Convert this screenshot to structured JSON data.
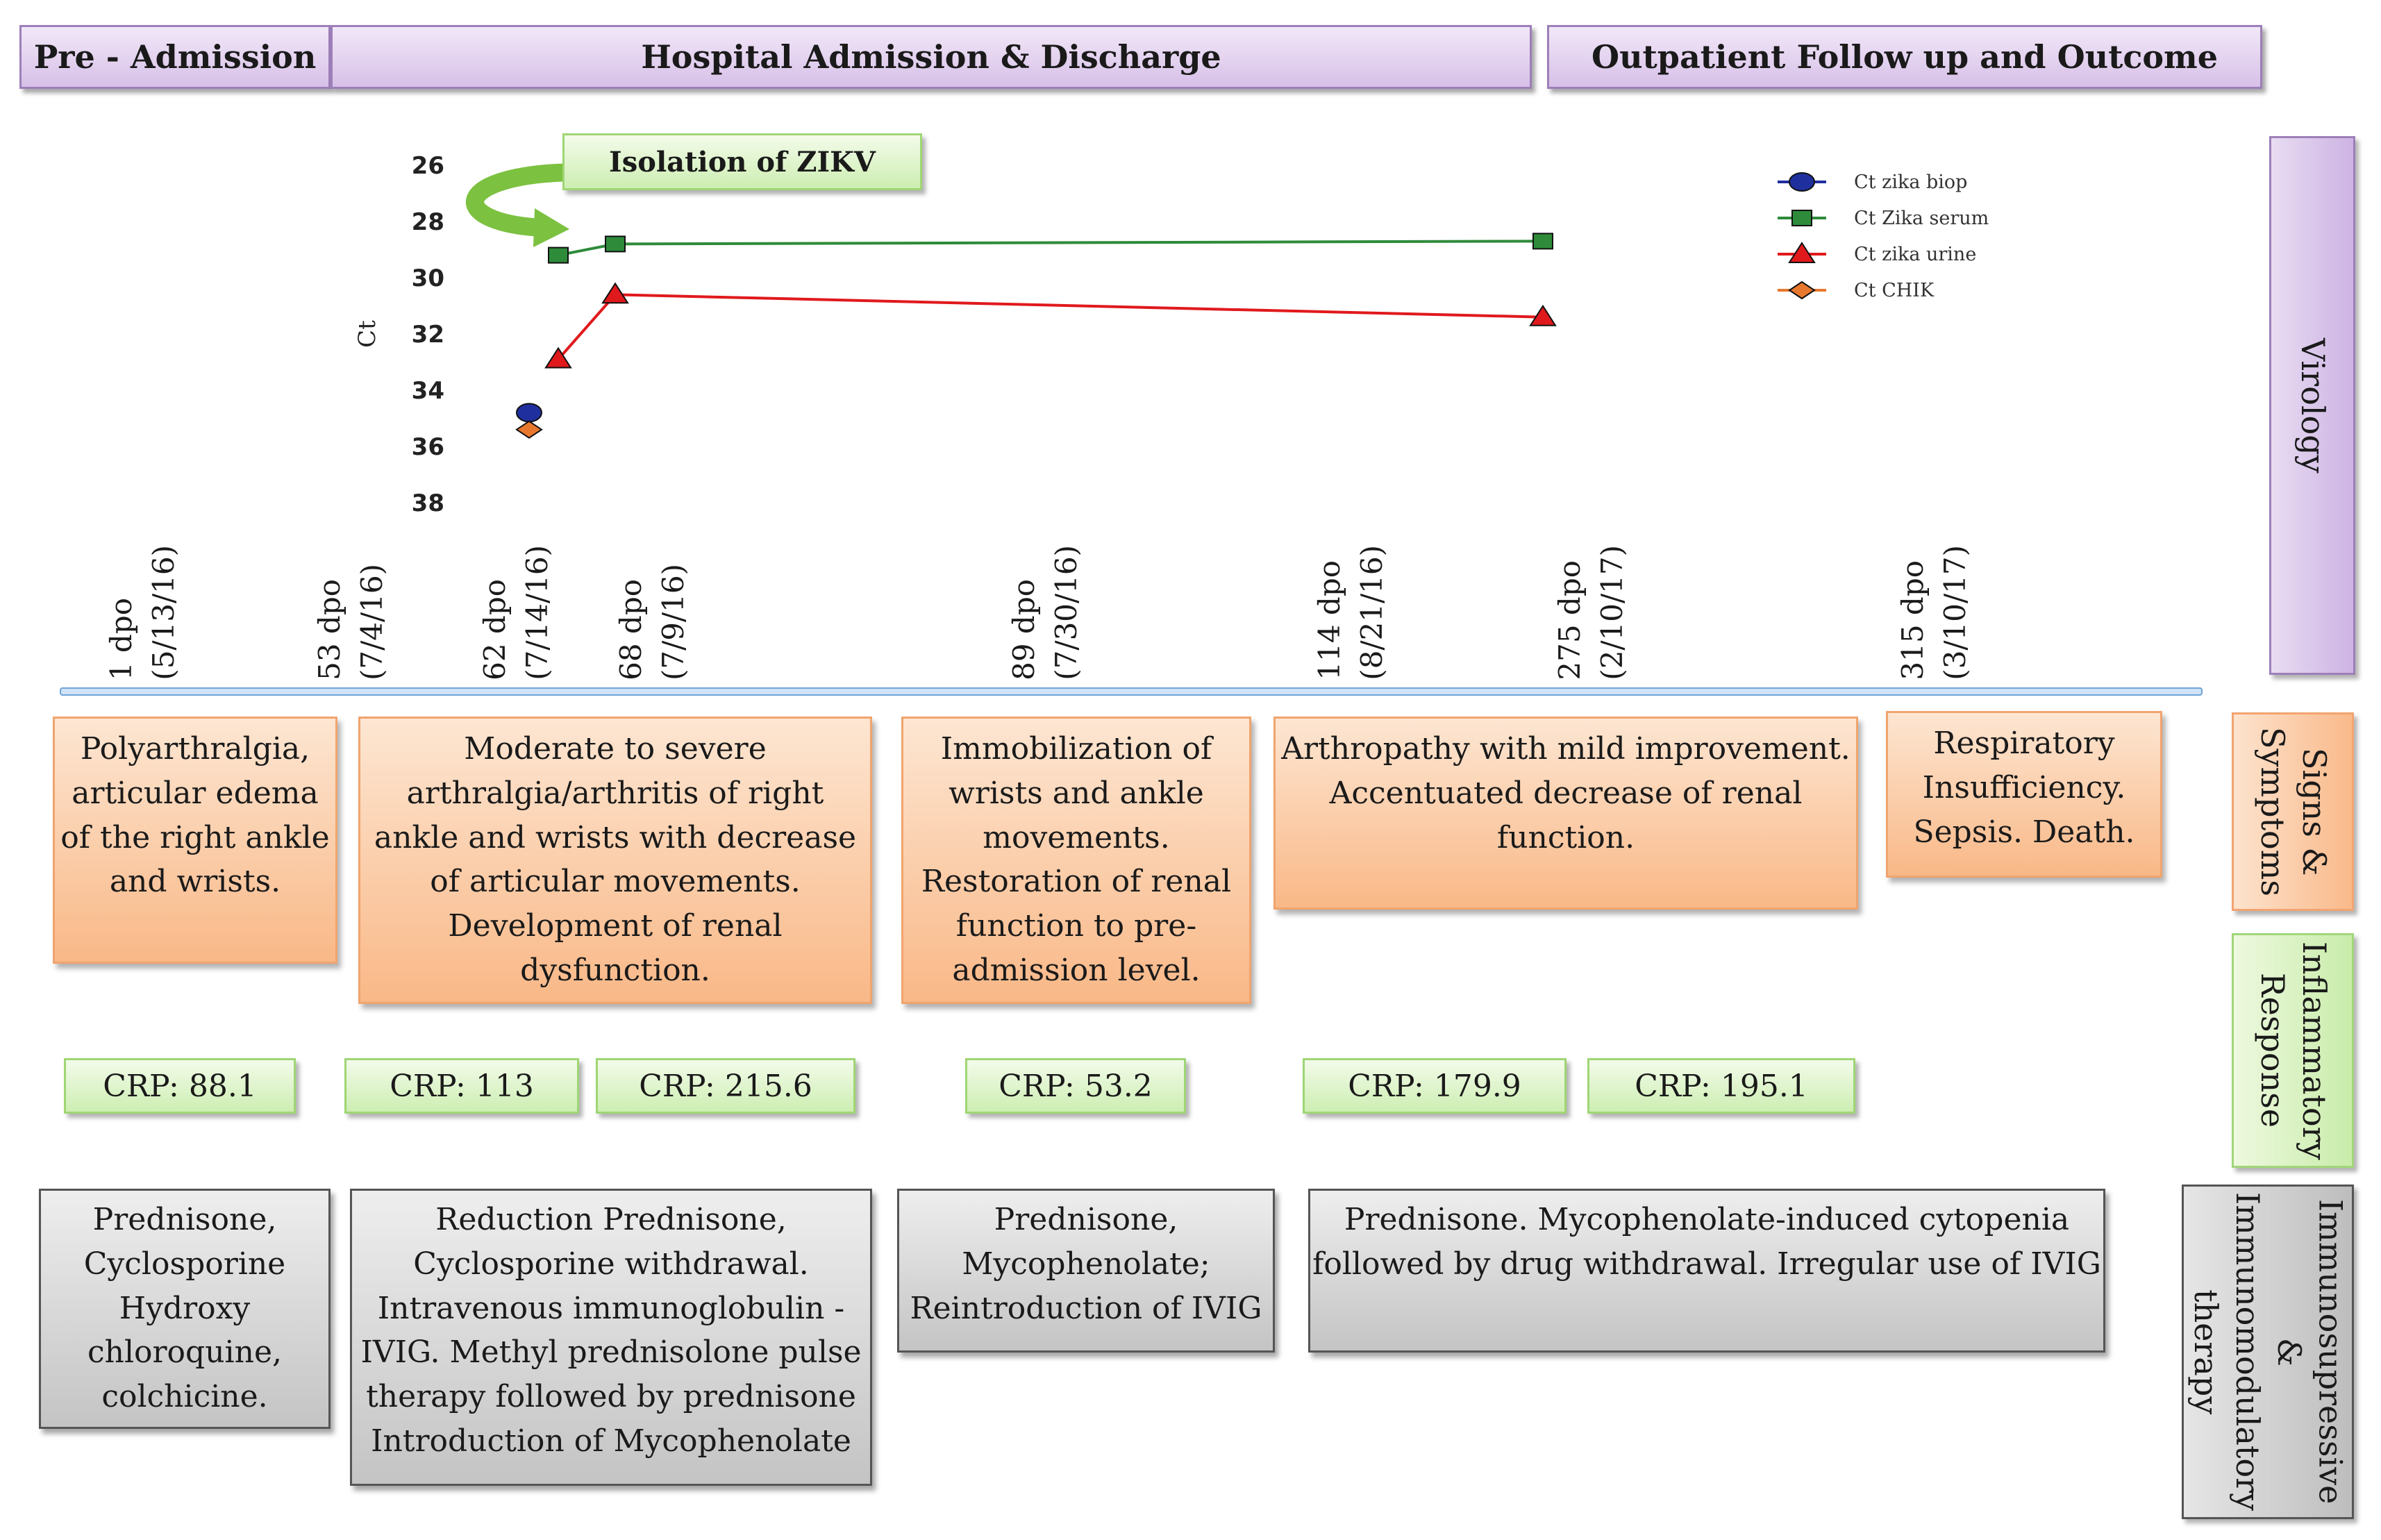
{
  "phases": {
    "pre": "Pre - Admission",
    "hospital": "Hospital Admission & Discharge",
    "outpatient": "Outpatient Follow up and Outcome"
  },
  "side_labels": {
    "virology": "Virology",
    "signs": "Signs & Symptoms",
    "inflammatory": "Inflammatory Response",
    "immuno": "Immunosupressive & Immunomodulatory therapy"
  },
  "isolation_label": "Isolation of ZIKV",
  "chart_data": {
    "type": "line",
    "ylabel": "Ct",
    "y_ticks": [
      "26",
      "28",
      "30",
      "32",
      "34",
      "36",
      "38"
    ],
    "ylim": [
      26,
      38
    ],
    "y_inverted": true,
    "x_unit": "dpo",
    "series": [
      {
        "name": "Ct zika biop",
        "color": "#1f2f9e",
        "marker": "circle",
        "points": [
          {
            "x": 60,
            "y": 34.8
          }
        ]
      },
      {
        "name": "Ct Zika serum",
        "color": "#2e8b3a",
        "marker": "square",
        "points": [
          {
            "x": 62,
            "y": 29.2
          },
          {
            "x": 68,
            "y": 28.8
          },
          {
            "x": 275,
            "y": 28.7
          }
        ]
      },
      {
        "name": "Ct zika urine",
        "color": "#e0191c",
        "marker": "triangle",
        "points": [
          {
            "x": 62,
            "y": 32.9
          },
          {
            "x": 68,
            "y": 30.6
          },
          {
            "x": 275,
            "y": 31.4
          }
        ]
      },
      {
        "name": "Ct CHIK",
        "color": "#e8782e",
        "marker": "diamond",
        "points": [
          {
            "x": 60,
            "y": 35.4
          }
        ]
      }
    ],
    "legend_position": "top-right"
  },
  "timeline": [
    {
      "dpo": "1 dpo",
      "date": "(5/13/16)"
    },
    {
      "dpo": "53 dpo",
      "date": "(7/4/16)"
    },
    {
      "dpo": "62 dpo",
      "date": "(7/14/16)"
    },
    {
      "dpo": "68 dpo",
      "date": "(7/9/16)"
    },
    {
      "dpo": "89 dpo",
      "date": "(7/30/16)"
    },
    {
      "dpo": "114 dpo",
      "date": "(8/21/16)"
    },
    {
      "dpo": "275 dpo",
      "date": "(2/10/17)"
    },
    {
      "dpo": "315 dpo",
      "date": "(3/10/17)"
    }
  ],
  "symptoms": [
    "Polyarthralgia, articular edema of the right ankle and wrists.",
    "Moderate to severe arthralgia/arthritis of right ankle and wrists with decrease of articular movements. Development of renal dysfunction.",
    "Immobilization of wrists and ankle movements. Restoration of renal function to pre-admission level.",
    "Arthropathy with mild improvement. Accentuated decrease of renal function.",
    "Respiratory Insufficiency. Sepsis. Death."
  ],
  "crp": [
    "CRP: 88.1",
    "CRP: 113",
    "CRP: 215.6",
    "CRP: 53.2",
    "CRP: 179.9",
    "CRP: 195.1"
  ],
  "therapy": [
    "Prednisone, Cyclosporine Hydroxy chloroquine, colchicine.",
    "Reduction Prednisone, Cyclosporine withdrawal. Intravenous immunoglobulin - IVIG. Methyl prednisolone pulse therapy followed by prednisone Introduction of Mycophenolate",
    "Prednisone, Mycophenolate; Reintroduction of IVIG",
    "Prednisone. Mycophenolate-induced cytopenia followed by drug withdrawal. Irregular use of IVIG"
  ]
}
